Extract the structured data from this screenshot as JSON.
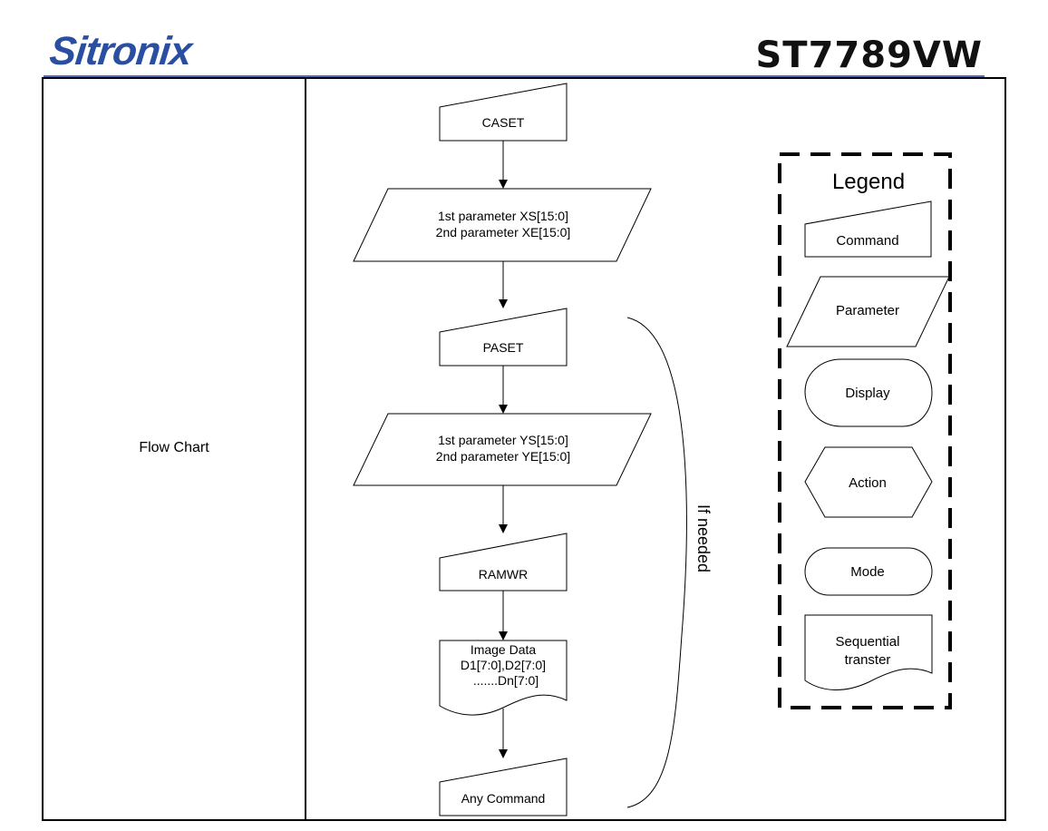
{
  "header": {
    "brand": "Sitronix",
    "model": "ST7789VW"
  },
  "left_label": "Flow Chart",
  "flow": {
    "caset": "CASET",
    "caset_params": [
      "1st  parameter XS[15:0]",
      "2nd parameter XE[15:0]"
    ],
    "paset": "PASET",
    "paset_params": [
      "1st  parameter YS[15:0]",
      "2nd parameter YE[15:0]"
    ],
    "ramwr": "RAMWR",
    "image_data": [
      "Image Data",
      "D1[7:0],D2[7:0]",
      ".......Dn[7:0]"
    ],
    "any_command": "Any Command",
    "if_needed": "If needed"
  },
  "legend": {
    "title": "Legend",
    "command": "Command",
    "parameter": "Parameter",
    "display": "Display",
    "action": "Action",
    "mode": "Mode",
    "sequential": [
      "Sequential",
      "transter"
    ]
  }
}
